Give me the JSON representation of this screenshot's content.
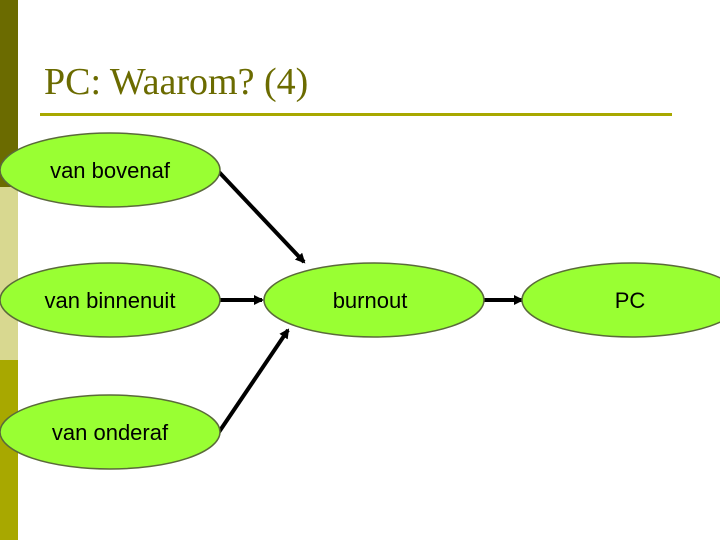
{
  "slide": {
    "title": "PC: Waarom? (4)"
  },
  "diagram": {
    "nodes": [
      {
        "id": "bovenaf",
        "label": "van bovenaf"
      },
      {
        "id": "binnenuit",
        "label": "van binnenuit"
      },
      {
        "id": "onderaf",
        "label": "van onderaf"
      },
      {
        "id": "burnout",
        "label": "burnout"
      },
      {
        "id": "pc",
        "label": "PC"
      }
    ],
    "edges": [
      {
        "from": "bovenaf",
        "to": "burnout"
      },
      {
        "from": "binnenuit",
        "to": "burnout"
      },
      {
        "from": "onderaf",
        "to": "burnout"
      },
      {
        "from": "burnout",
        "to": "pc"
      }
    ]
  },
  "colors": {
    "bar_dark": "#6b6b00",
    "bar_light": "#d8d890",
    "bar_mid": "#a8a800",
    "title_text": "#6b6b00",
    "rule": "#a8a800",
    "node_fill": "#99ff33",
    "node_stroke": "#5a6a3a",
    "arrow": "#000000"
  }
}
